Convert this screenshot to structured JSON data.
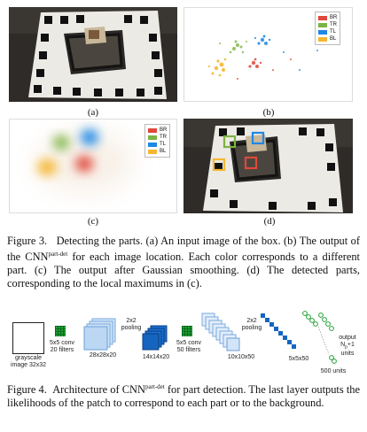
{
  "subfigure_labels": {
    "a": "(a)",
    "b": "(b)",
    "c": "(c)",
    "d": "(d)"
  },
  "legend": [
    {
      "label": "BR",
      "color": "#e0483a"
    },
    {
      "label": "TR",
      "color": "#7cb342"
    },
    {
      "label": "TL",
      "color": "#1e88e5"
    },
    {
      "label": "BL",
      "color": "#f5b731"
    }
  ],
  "figure3": {
    "label": "Figure 3.",
    "text_before_sup": "Detecting the parts.  (a) An input image of the box. (b) The output of the CNN",
    "sup": "part-det",
    "text_after_sup": " for each image location.  Each color corresponds to a different part.  (c) The output after Gaussian smoothing.  (d) The detected parts, corresponding to the local maximums in (c)."
  },
  "diagram": {
    "input": "grayscale image 32x32",
    "conv1": "5x5 conv 20 filters",
    "fmap1": "28x28x20",
    "pool1": "2x2 pooling",
    "fmap2": "14x14x20",
    "conv2": "5x5 conv 50 filters",
    "fmap3": "10x10x50",
    "pool2": "2x2 pooling",
    "fmap4": "5x5x50",
    "fc": "500 units",
    "output_line1": "output",
    "output_line2_pre": "N",
    "output_line2_sub": "p",
    "output_line2_post": "+1",
    "output_line3": "units"
  },
  "figure4": {
    "label": "Figure 4.",
    "text_before_sup": "Architecture of CNN",
    "sup": "part-det",
    "text_after_sup": " for part detection.  The last layer outputs the likelihoods of the patch to correspond to each part or to the background."
  }
}
